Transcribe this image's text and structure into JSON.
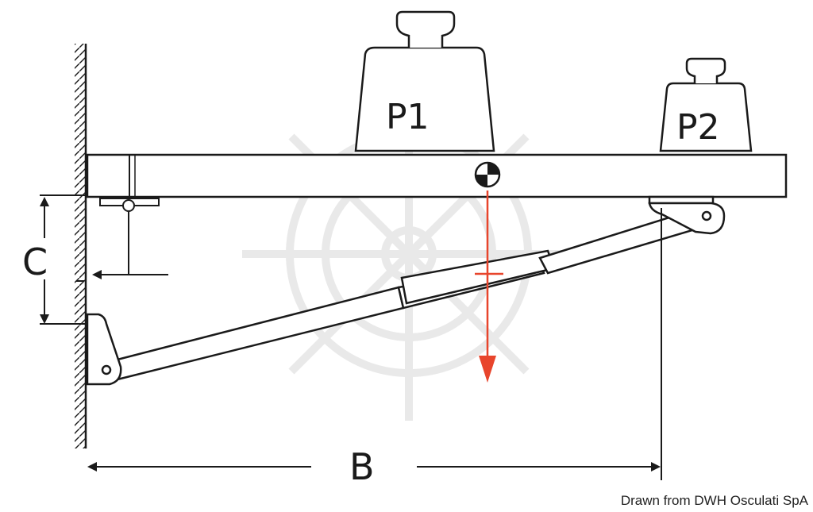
{
  "labels": {
    "weight_left": "P1",
    "weight_right": "P2",
    "dimension_height": "C",
    "dimension_length": "B"
  },
  "credit": "Drawn from DWH Osculati SpA",
  "colors": {
    "line": "#1a1a1a",
    "force_arrow": "#e8452c",
    "watermark": "#e9e9e9",
    "background": "#ffffff"
  },
  "icons": {
    "center_of_mass": "center-of-mass-icon",
    "wall_hatching": "wall-hatch-icon"
  }
}
